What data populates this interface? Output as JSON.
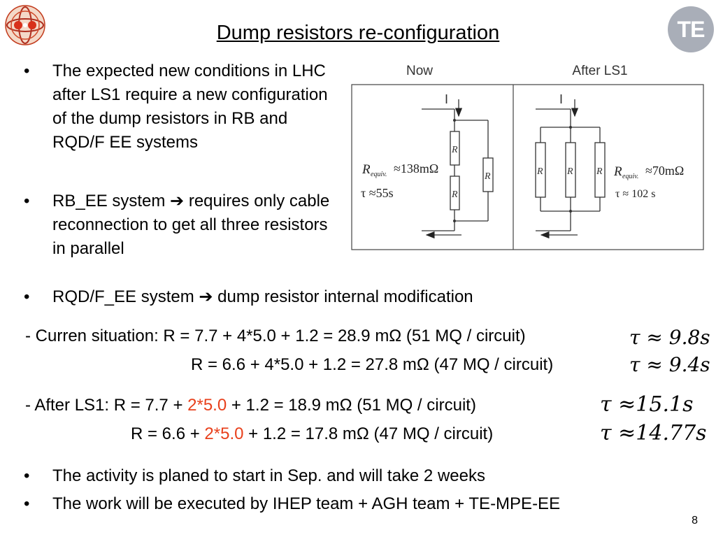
{
  "title": "Dump resistors re-configuration",
  "logos": {
    "right_text": "TE"
  },
  "bullets": [
    "The expected new conditions in LHC after LS1 require a new configuration of the dump resistors in RB and RQD/F EE systems",
    "RB_EE system ➔ requires only cable reconnection to get all three resistors in parallel",
    "RQD/F_EE system ➔ dump resistor internal modification",
    "The activity is planed to start in Sep. and will take 2 weeks",
    "The work will be executed by IHEP team + AGH team + TE-MPE-EE"
  ],
  "bullet_glyph": "•",
  "current": {
    "prefix": "- Curren situation: ",
    "line1": "R = 7.7 + 4*5.0 + 1.2 = 28.9 mΩ (51 MQ / circuit)",
    "line2": "R = 6.6 + 4*5.0 + 1.2 = 27.8 mΩ (47 MQ / circuit)",
    "tau1": "τ ≈ 9.8s",
    "tau2": "τ ≈ 9.4s"
  },
  "after": {
    "prefix": "- After LS1: ",
    "line1_a": "R = 7.7 + ",
    "line1_red": "2*5.0",
    "line1_b": " + 1.2 = 18.9 mΩ (51 MQ / circuit)",
    "line2_a": "R = 6.6 + ",
    "line2_red": "2*5.0",
    "line2_b": " + 1.2 = 17.8 mΩ (47 MQ / circuit)",
    "tau1": "τ ≈15.1s",
    "tau2": "τ ≈14.77s"
  },
  "diagram": {
    "label_now": "Now",
    "label_after": "After LS1",
    "current_label": "I",
    "resistor_label": "R",
    "now_req": "R",
    "now_req_sub": "equiv.",
    "now_req_val": "≈138mΩ",
    "now_tau": "τ ≈55s",
    "after_req": "R",
    "after_req_sub": "equiv.",
    "after_req_val": "≈70mΩ",
    "after_tau": "τ  ≈ 102 s"
  },
  "page_number": "8",
  "colors": {
    "accent_red": "#e8401c",
    "te_logo": "#a9aeb8"
  }
}
